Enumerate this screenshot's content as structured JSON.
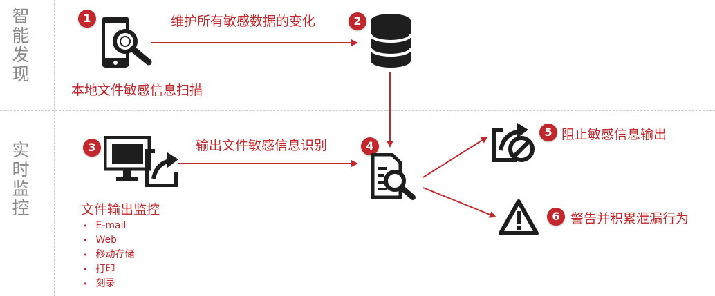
{
  "sections": {
    "top": [
      "智",
      "能",
      "发",
      "现"
    ],
    "bottom": [
      "实",
      "时",
      "监",
      "控"
    ]
  },
  "steps": [
    {
      "num": "1",
      "label": "本地文件敏感信息扫描"
    },
    {
      "num": "2",
      "label": ""
    },
    {
      "num": "3",
      "label": "文件输出监控"
    },
    {
      "num": "4",
      "label": ""
    },
    {
      "num": "5",
      "label": "阻止敏感信息输出"
    },
    {
      "num": "6",
      "label": "警告并积累泄漏行为"
    }
  ],
  "arrows": {
    "a1_2": "维护所有敏感数据的变化",
    "a3_4": "输出文件敏感信息识别"
  },
  "channels": [
    "E-mail",
    "Web",
    "移动存储",
    "打印",
    "刻录"
  ],
  "colors": {
    "accent": "#c0282d",
    "icon": "#1e1e1e",
    "muted": "#8a8a8a"
  },
  "icons": {
    "s1": "phone-magnifier-icon",
    "s2": "database-icon",
    "s3": "monitor-export-icon",
    "s4": "document-search-icon",
    "s5": "blocked-export-icon",
    "s6": "warning-triangle-icon"
  }
}
